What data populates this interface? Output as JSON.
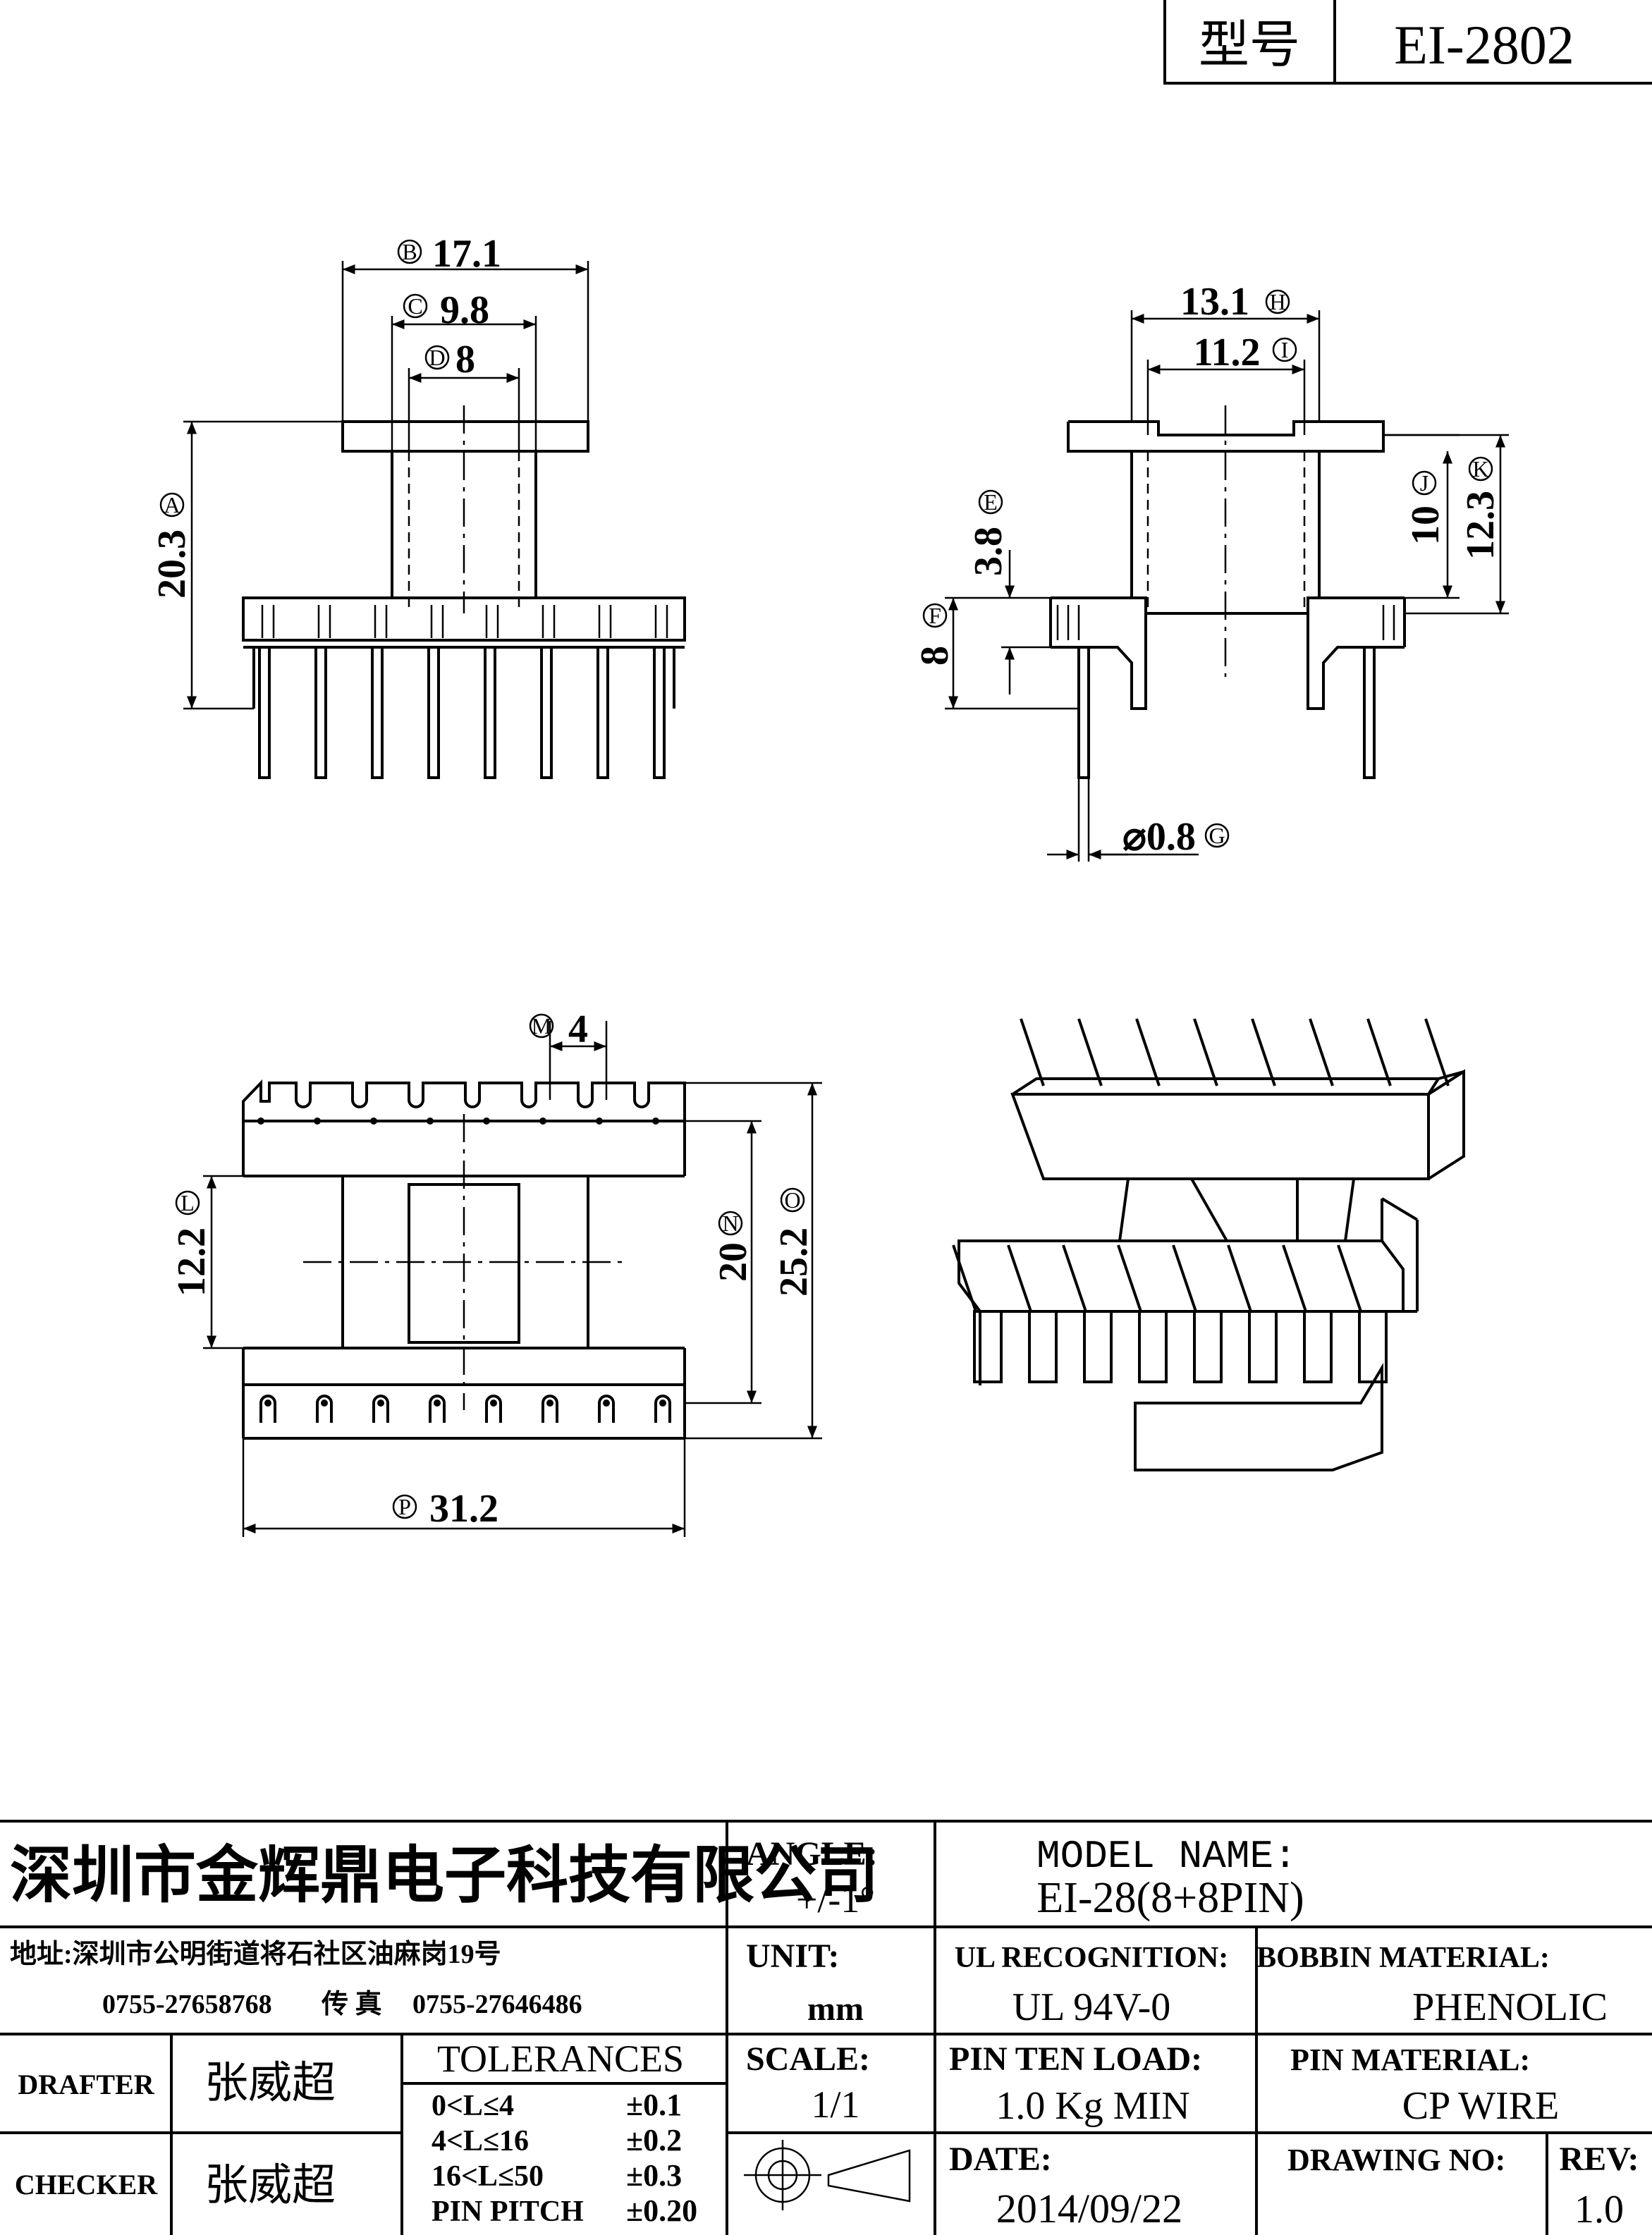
{
  "header": {
    "model_label": "型号",
    "model_value": "EI-2802"
  },
  "dimensions": {
    "B": {
      "letter": "B",
      "value": "17.1"
    },
    "C": {
      "letter": "C",
      "value": "9.8"
    },
    "D": {
      "letter": "D",
      "value": "8"
    },
    "A": {
      "letter": "A",
      "value": "20.3"
    },
    "H": {
      "letter": "H",
      "value": "13.1"
    },
    "I": {
      "letter": "I",
      "value": "11.2"
    },
    "E": {
      "letter": "E",
      "value": "3.8"
    },
    "F": {
      "letter": "F",
      "value": "8"
    },
    "J": {
      "letter": "J",
      "value": "10"
    },
    "K": {
      "letter": "K",
      "value": "12.3"
    },
    "G": {
      "letter": "G",
      "value": "⌀0.8"
    },
    "M": {
      "letter": "M",
      "value": "4"
    },
    "L": {
      "letter": "L",
      "value": "12.2"
    },
    "N": {
      "letter": "N",
      "value": "20"
    },
    "O": {
      "letter": "O",
      "value": "25.2"
    },
    "P": {
      "letter": "P",
      "value": "31.2"
    }
  },
  "title_block": {
    "company": "深圳市金辉鼎电子科技有限公司",
    "address": "地址:深圳市公明街道将石社区油麻岗19号",
    "phone": "0755-27658768",
    "fax_label": "传 真",
    "fax": "0755-27646486",
    "drafter_label": "DRAFTER",
    "drafter": "张威超",
    "checker_label": "CHECKER",
    "checker": "张威超",
    "tolerances_title": "TOLERANCES",
    "tolerances": [
      {
        "range": "0<L≤4",
        "value": "±0.1"
      },
      {
        "range": "4<L≤16",
        "value": "±0.2"
      },
      {
        "range": "16<L≤50",
        "value": "±0.3"
      },
      {
        "range": "PIN PITCH",
        "value": "±0.20"
      }
    ],
    "angle_label": "ANGLE:",
    "angle": "+/-1°",
    "unit_label": "UNIT:",
    "unit": "mm",
    "scale_label": "SCALE:",
    "scale": "1/1",
    "model_name_label": "MODEL NAME:",
    "model_name": "EI-28(8+8PIN)",
    "ul_label": "UL RECOGNITION:",
    "ul": "UL 94V-0",
    "bobbin_label": "BOBBIN MATERIAL:",
    "bobbin": "PHENOLIC",
    "pin_load_label": "PIN TEN LOAD:",
    "pin_load": "1.0 Kg MIN",
    "pin_material_label": "PIN MATERIAL:",
    "pin_material": "CP WIRE",
    "date_label": "DATE:",
    "date": "2014/09/22",
    "drawing_no_label": "DRAWING NO:",
    "drawing_no": "",
    "rev_label": "REV:",
    "rev": "1.0"
  }
}
